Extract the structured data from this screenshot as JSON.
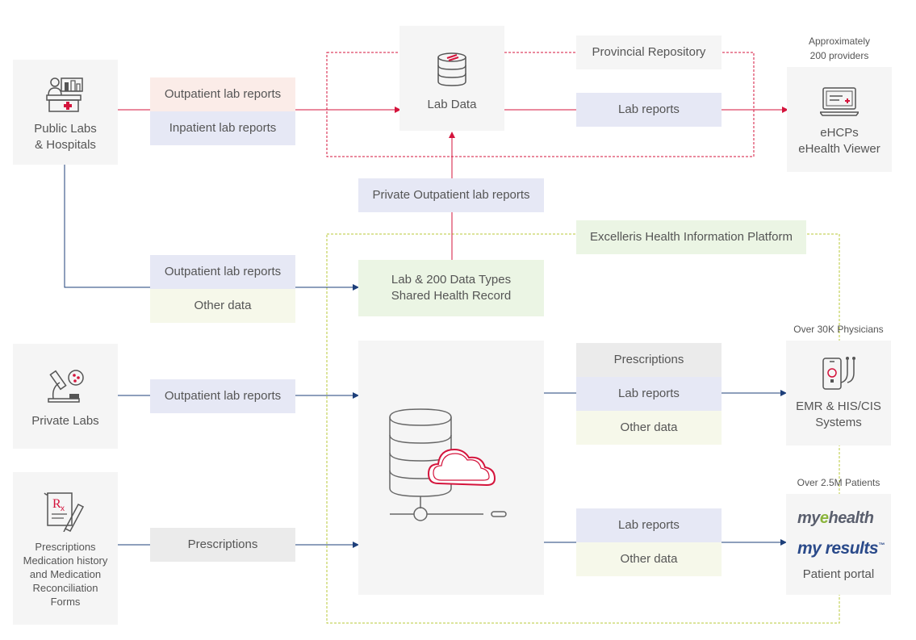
{
  "sources": {
    "public_labs": "Public Labs\n& Hospitals",
    "private_labs": "Private Labs",
    "prescriptions_source": "Prescriptions\nMedication history\nand Medication\nReconciliation\nForms"
  },
  "flows": {
    "public_outpatient": "Outpatient lab reports",
    "public_inpatient": "Inpatient lab reports",
    "public_outpatient_2": "Outpatient lab reports",
    "public_other": "Other data",
    "private_outpatient": "Outpatient lab reports",
    "prescriptions": "Prescriptions",
    "private_outpatient_up": "Private Outpatient lab reports"
  },
  "repository": {
    "lab_data": "Lab Data",
    "provincial_repository": "Provincial Repository",
    "lab_reports": "Lab reports"
  },
  "platform": {
    "title": "Excelleris Health Information Platform",
    "shared_record": "Lab & 200 Data Types\nShared Health Record"
  },
  "outputs": {
    "emr": {
      "prescriptions": "Prescriptions",
      "lab_reports": "Lab reports",
      "other": "Other data"
    },
    "portal": {
      "lab_reports": "Lab reports",
      "other": "Other data"
    }
  },
  "destinations": {
    "ehcps_caption": "Approximately\n200 providers",
    "ehcps_label": "eHCPs\neHealth Viewer",
    "emr_caption": "Over 30K Physicians",
    "emr_label": "EMR & HIS/CIS\nSystems",
    "portal_caption": "Over 2.5M Patients",
    "portal_label": "Patient portal",
    "brand_myehealth_my": "my",
    "brand_myehealth_e": "e",
    "brand_myehealth_rest": "health",
    "brand_myresults": "my results",
    "brand_tm": "™"
  },
  "colors": {
    "red": "#d4143c",
    "navy": "#1d3f7a",
    "olive": "#b9c83a",
    "lavender": "#e6e8f5",
    "pink": "#fbece8",
    "cream": "#f6f8ea",
    "mint": "#ebf5e4",
    "card": "#f5f5f5"
  },
  "icons": [
    "hospital-icon",
    "database-icon",
    "monitor-icon",
    "microscope-icon",
    "prescription-icon",
    "server-cloud-icon",
    "ehr-device-icon"
  ]
}
